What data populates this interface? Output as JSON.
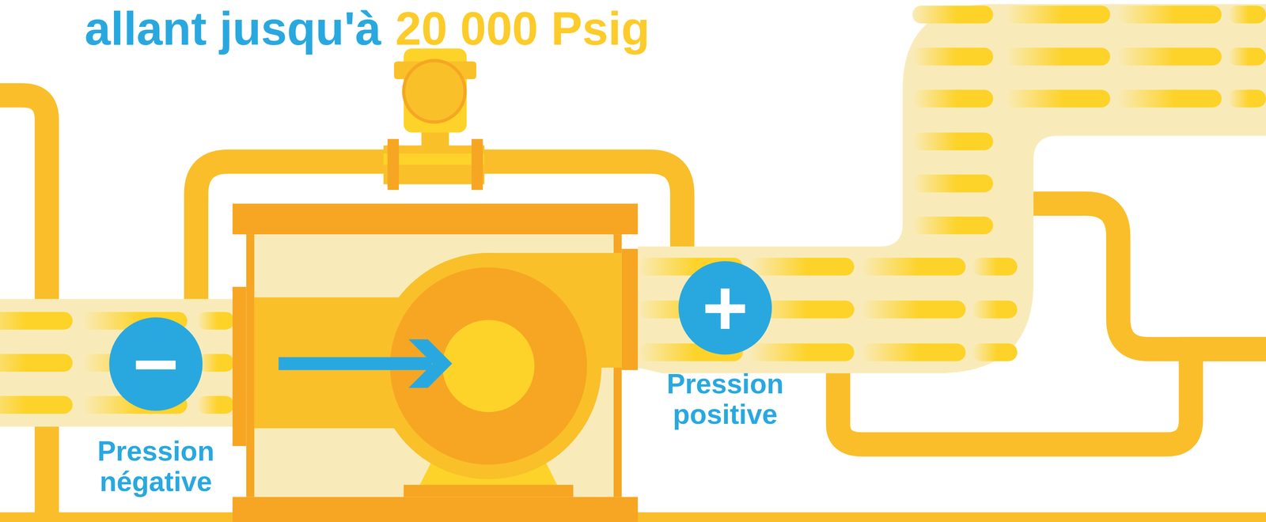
{
  "diagram": {
    "title": "allant jusqu'à",
    "nodes": [
      {
        "text": [
          "−",
          "Pression négative"
        ]
      },
      {
        "text": [
          "+",
          "Pression positive"
        ]
      }
    ],
    "labels": [
      "20 000 Psig"
    ]
  }
}
